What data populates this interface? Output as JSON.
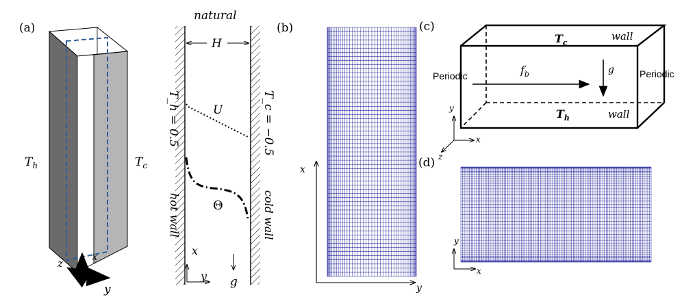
{
  "panels": {
    "a": {
      "label": "(a)",
      "hot_face_label": "T",
      "hot_face_sub": "h",
      "cold_face_label": "T",
      "cold_face_sub": "c",
      "axis_z": "z",
      "axis_x": "x",
      "axis_y": "y",
      "profile": {
        "top_label": "natural",
        "gap_label": "H",
        "velocity_label": "U",
        "temperature_label": "Θ",
        "hot_condition": "T_h = 0.5",
        "cold_condition": "T_c = −0.5",
        "hot_wall_label": "hot wall",
        "cold_wall_label": "cold wall",
        "gravity_label": "g",
        "axis_x": "x",
        "axis_y": "y"
      }
    },
    "b": {
      "label": "(b)",
      "axis_x": "x",
      "axis_y": "y",
      "mesh_color": "#2a2a9e"
    },
    "c": {
      "label": "(c)",
      "top_temp": "T",
      "top_temp_sub": "c",
      "top_temp_color": "#1f5a8a",
      "bottom_temp": "T",
      "bottom_temp_sub": "h",
      "bottom_temp_color": "#c0141a",
      "top_wall": "wall",
      "bottom_wall": "wall",
      "left_bc": "Periodic",
      "right_bc": "Periodic",
      "force_label": "f",
      "force_sub": "b",
      "gravity_label": "g",
      "axis_y": "y",
      "axis_x": "x",
      "axis_z": "z"
    },
    "d": {
      "label": "(d)",
      "axis_y": "y",
      "axis_x": "x",
      "mesh_color": "#2a2a9e"
    }
  }
}
